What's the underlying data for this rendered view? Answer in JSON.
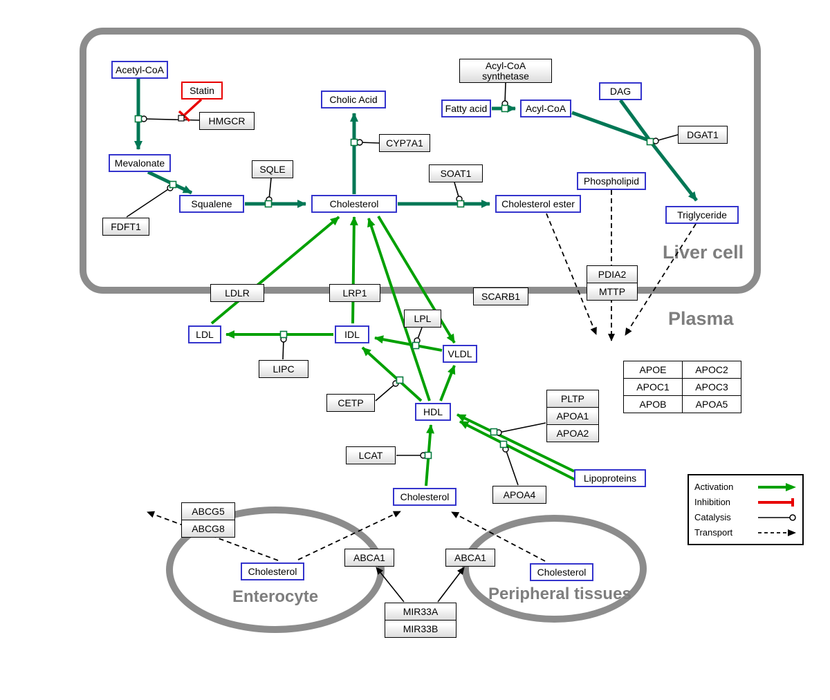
{
  "regions": {
    "liver": "Liver cell",
    "plasma": "Plasma",
    "enterocyte": "Enterocyte",
    "peripheral": "Peripheral tissues"
  },
  "nodes": {
    "acetyl_coa": "Acetyl-CoA",
    "statin": "Statin",
    "hmgcr": "HMGCR",
    "mevalonate": "Mevalonate",
    "fdft1": "FDFT1",
    "squalene": "Squalene",
    "sqle": "SQLE",
    "cholic_acid": "Cholic Acid",
    "cyp7a1": "CYP7A1",
    "cholesterol_liver": "Cholesterol",
    "soat1": "SOAT1",
    "cholesterol_ester": "Cholesterol ester",
    "fatty_acid": "Fatty acid",
    "acyl_coa_synthetase": "Acyl-CoA synthetase",
    "acyl_coa": "Acyl-CoA",
    "dag": "DAG",
    "dgat1": "DGAT1",
    "phospholipid": "Phospholipid",
    "triglyceride": "Triglyceride",
    "pdia2": "PDIA2",
    "mttp": "MTTP",
    "ldlr": "LDLR",
    "lrp1": "LRP1",
    "scarb1": "SCARB1",
    "ldl": "LDL",
    "idl": "IDL",
    "lipc": "LIPC",
    "lpl": "LPL",
    "vldl": "VLDL",
    "cetp": "CETP",
    "hdl": "HDL",
    "lcat": "LCAT",
    "pltp": "PLTP",
    "apoa1": "APOA1",
    "apoa2": "APOA2",
    "apoa4": "APOA4",
    "lipoproteins": "Lipoproteins",
    "cholesterol_plasma": "Cholesterol",
    "abcg5": "ABCG5",
    "abcg8": "ABCG8",
    "cholesterol_enterocyte": "Cholesterol",
    "abca1_left": "ABCA1",
    "abca1_right": "ABCA1",
    "cholesterol_peripheral": "Cholesterol",
    "mir33a": "MIR33A",
    "mir33b": "MIR33B"
  },
  "apo_table": {
    "rows": [
      [
        "APOE",
        "APOC2"
      ],
      [
        "APOC1",
        "APOC3"
      ],
      [
        "APOB",
        "APOA5"
      ]
    ]
  },
  "legend": {
    "activation": "Activation",
    "inhibition": "Inhibition",
    "catalysis": "Catalysis",
    "transport": "Transport"
  },
  "colors": {
    "activation_green": "#00A000",
    "conversion_green": "#007755",
    "inhibition_red": "#E80000",
    "metabolite_border_blue": "#3333CC",
    "membrane_gray": "#8C8C8C"
  }
}
